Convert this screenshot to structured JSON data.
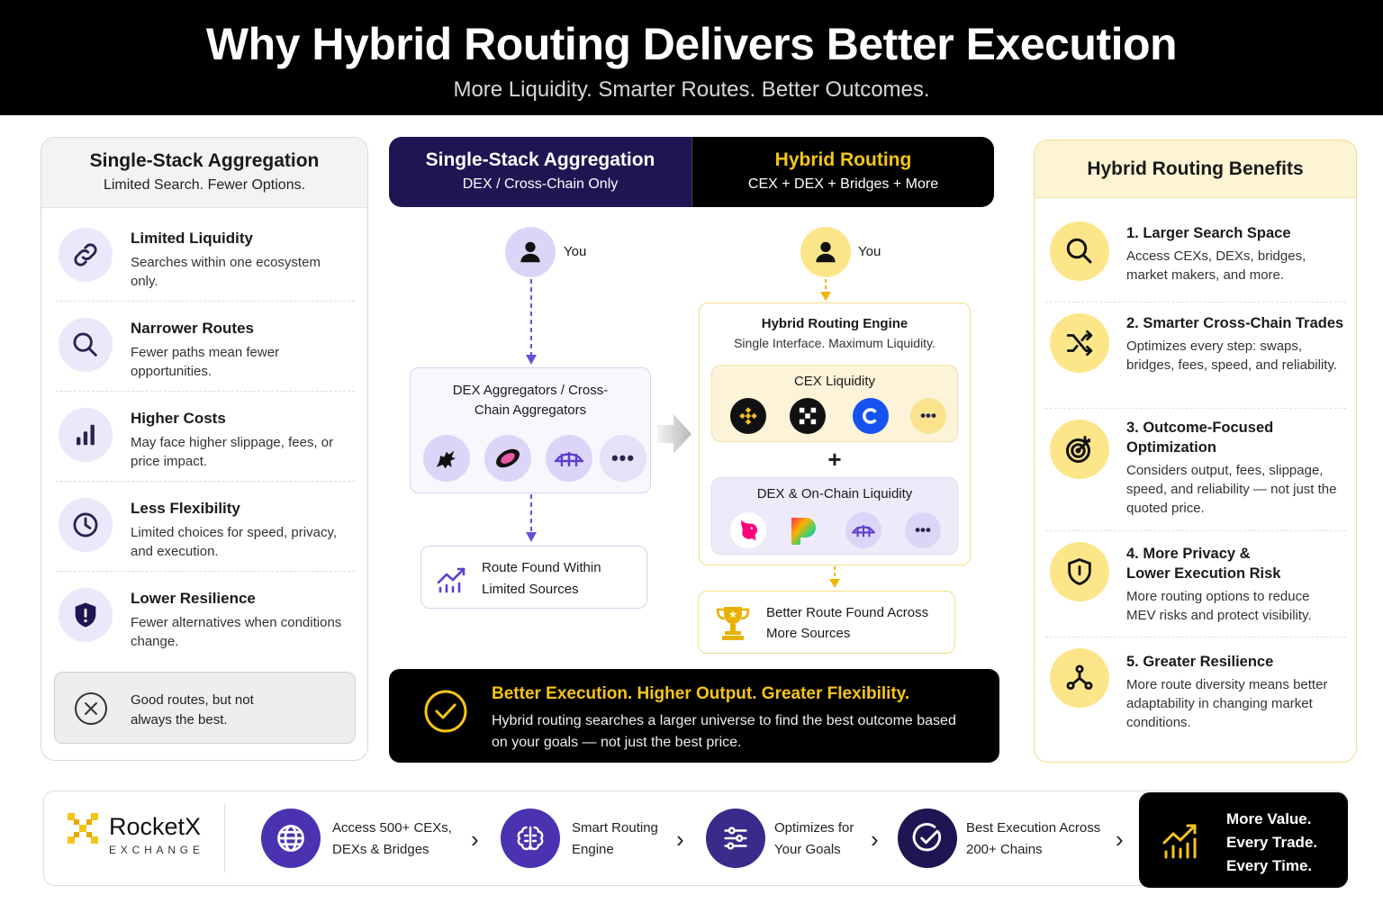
{
  "header": {
    "title": "Why Hybrid Routing Delivers Better Execution",
    "subtitle": "More Liquidity. Smarter Routes. Better Outcomes."
  },
  "left_panel": {
    "title": "Single-Stack Aggregation",
    "subtitle": "Limited Search. Fewer Options.",
    "items": [
      {
        "title": "Limited Liquidity",
        "desc": "Searches within one ecosystem only.",
        "icon": "link-icon"
      },
      {
        "title": "Narrower Routes",
        "desc": "Fewer paths mean fewer opportunities.",
        "icon": "search-icon"
      },
      {
        "title": "Higher Costs",
        "desc": "May face higher slippage, fees, or price impact.",
        "icon": "bar-chart-icon"
      },
      {
        "title": "Less Flexibility",
        "desc": "Limited choices for speed, privacy, and execution.",
        "icon": "clock-icon"
      },
      {
        "title": "Lower Resilience",
        "desc": "Fewer alternatives when conditions change.",
        "icon": "shield-alert-icon"
      }
    ],
    "note": "Good routes, but not always the best."
  },
  "center": {
    "tab_left": {
      "title": "Single-Stack Aggregation",
      "subtitle": "DEX / Cross-Chain Only"
    },
    "tab_right": {
      "title": "Hybrid Routing",
      "subtitle": "CEX + DEX + Bridges + More"
    },
    "you_label": "You",
    "aggregator_title": "DEX Aggregators / Cross-Chain Aggregators",
    "route_found": "Route Found Within Limited Sources",
    "engine_title": "Hybrid Routing Engine",
    "engine_subtitle": "Single Interface. Maximum Liquidity.",
    "cex_title": "CEX Liquidity",
    "plus": "+",
    "dex_title": "DEX & On-Chain Liquidity",
    "better_route": "Better Route Found Across More Sources",
    "banner_title": "Better Execution. Higher Output. Greater Flexibility.",
    "banner_text": "Hybrid routing searches a larger universe to find the best outcome based on your goals — not just the best price."
  },
  "right_panel": {
    "title": "Hybrid Routing Benefits",
    "items": [
      {
        "title": "1. Larger Search Space",
        "desc": "Access CEXs, DEXs, bridges, market makers, and more.",
        "icon": "search-icon"
      },
      {
        "title": "2. Smarter Cross-Chain Trades",
        "desc": "Optimizes every step: swaps, bridges, fees, speed, and reliability.",
        "icon": "shuffle-icon"
      },
      {
        "title": "3. Outcome-Focused\nOptimization",
        "desc": "Considers output, fees, slippage, speed, and reliability — not just the quoted price.",
        "icon": "target-icon"
      },
      {
        "title": "4. More Privacy &\nLower Execution Risk",
        "desc": "More routing options to reduce MEV risks and protect visibility.",
        "icon": "shield-icon"
      },
      {
        "title": "5. Greater Resilience",
        "desc": "More route diversity means better adaptability in changing market conditions.",
        "icon": "network-icon"
      }
    ]
  },
  "footer": {
    "brand_name": "RocketX",
    "brand_sub": "EXCHANGE",
    "steps": [
      {
        "text": "Access 500+ CEXs,\nDEXs & Bridges",
        "icon": "globe-icon"
      },
      {
        "text": "Smart Routing\nEngine",
        "icon": "brain-icon"
      },
      {
        "text": "Optimizes for\nYour Goals",
        "icon": "sliders-icon"
      },
      {
        "text": "Best Execution Across\n200+ Chains",
        "icon": "check-icon"
      }
    ],
    "chevron": "›",
    "value_text": "More Value.\nEvery Trade.\nEvery Time."
  },
  "colors": {
    "black": "#000000",
    "navy": "#1e1552",
    "gold": "#f5c518",
    "purple": "#5b3fd0",
    "lavender": "#ece7fb",
    "yellow_soft": "#fde68a"
  }
}
